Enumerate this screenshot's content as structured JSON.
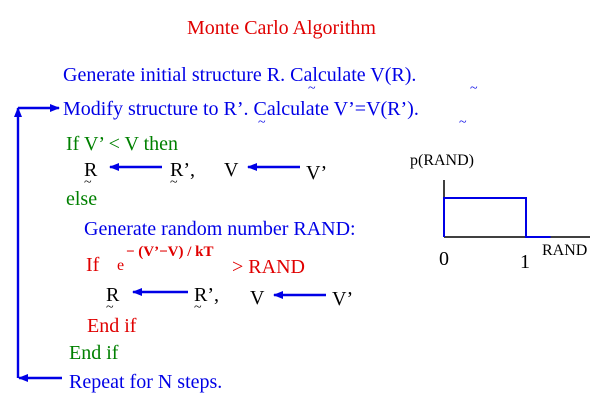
{
  "colors": {
    "title": "#e00000",
    "blue": "#0000e6",
    "green": "#008000",
    "red": "#e00000",
    "black": "#000000"
  },
  "title": "Monte Carlo Algorithm",
  "lines": {
    "generate": "Generate initial structure R.  Calculate V(R).",
    "modify": "Modify structure to R’.  Calculate V’=V(R’).",
    "if_v": "If V’ < V then",
    "assign1_r": "R",
    "assign1_rp": "R’,",
    "assign1_v": "V",
    "assign1_vp": "V’",
    "else": "else",
    "gen_rand": "Generate random number RAND:",
    "if2": "If",
    "exp_base": "e",
    "exponent": "− (V’−V) / kT",
    "gt_rand": ">  RAND",
    "assign2_r": "R",
    "assign2_rp": "R’,",
    "assign2_v": "V",
    "assign2_vp": "V’",
    "end_if_inner": "End if",
    "end_if_outer": "End if",
    "repeat": "Repeat for N steps."
  },
  "tilde": "~",
  "chart": {
    "ylabel": "p(RAND)",
    "xlabel": "RAND",
    "ticks": [
      "0",
      "1"
    ]
  },
  "chart_data": {
    "type": "line",
    "x": [
      0,
      0,
      1,
      1,
      1.3
    ],
    "y": [
      0,
      1,
      1,
      0,
      0
    ],
    "xlabel": "RAND",
    "ylabel": "p(RAND)",
    "xticks": [
      "0",
      "1"
    ]
  }
}
